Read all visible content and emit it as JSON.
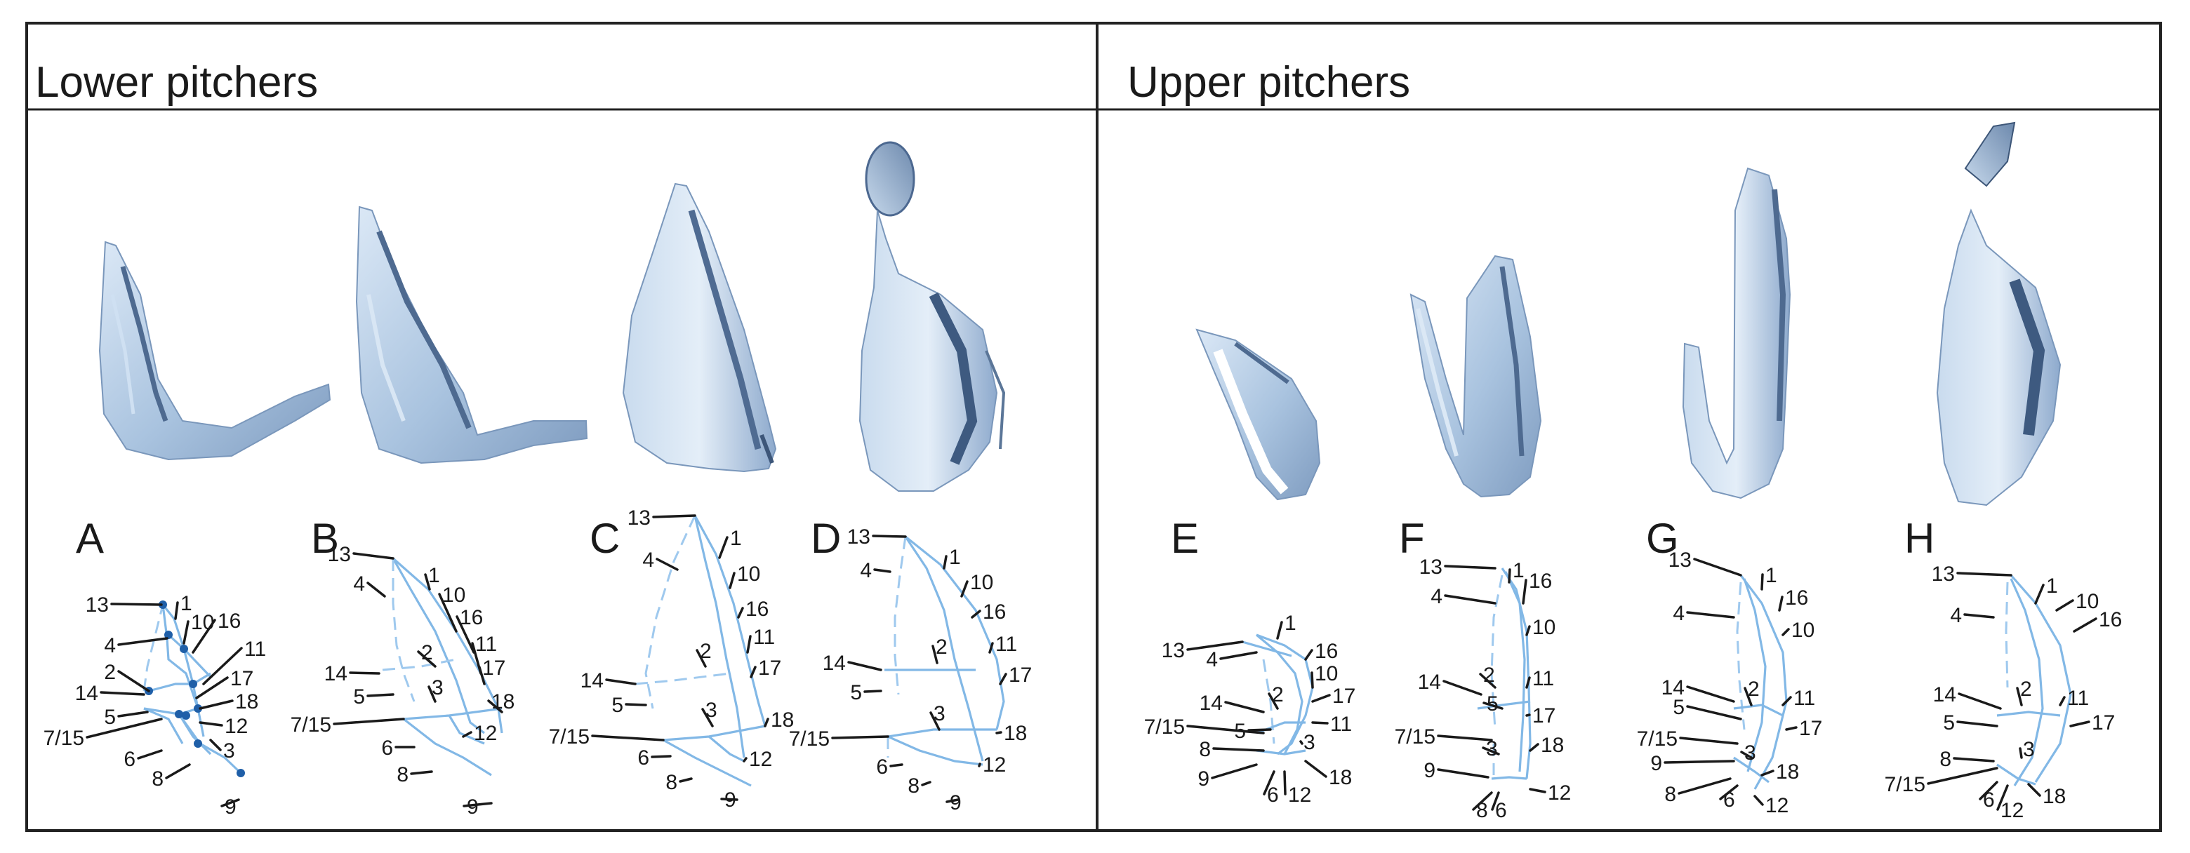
{
  "sections": {
    "lower": {
      "title": "Lower pitchers"
    },
    "upper": {
      "title": "Upper pitchers"
    }
  },
  "panels": [
    {
      "id": "A",
      "letter": "A",
      "landmarks": [
        "13",
        "1",
        "10",
        "4",
        "16",
        "11",
        "2",
        "17",
        "14",
        "18",
        "5",
        "12",
        "7/15",
        "6",
        "3",
        "8",
        "9"
      ]
    },
    {
      "id": "B",
      "letter": "B",
      "landmarks": [
        "13",
        "4",
        "1",
        "10",
        "16",
        "11",
        "2",
        "17",
        "14",
        "5",
        "3",
        "18",
        "7/15",
        "12",
        "6",
        "8",
        "9"
      ]
    },
    {
      "id": "C",
      "letter": "C",
      "landmarks": [
        "13",
        "1",
        "4",
        "10",
        "16",
        "11",
        "2",
        "17",
        "14",
        "5",
        "3",
        "18",
        "7/15",
        "6",
        "12",
        "8",
        "9"
      ]
    },
    {
      "id": "D",
      "letter": "D",
      "landmarks": [
        "13",
        "1",
        "4",
        "10",
        "16",
        "11",
        "2",
        "17",
        "14",
        "5",
        "3",
        "18",
        "7/15",
        "6",
        "12",
        "8",
        "9"
      ]
    },
    {
      "id": "E",
      "letter": "E",
      "landmarks": [
        "1",
        "13",
        "4",
        "16",
        "10",
        "14",
        "2",
        "17",
        "7/15",
        "5",
        "11",
        "8",
        "3",
        "9",
        "6",
        "12",
        "18"
      ]
    },
    {
      "id": "F",
      "letter": "F",
      "landmarks": [
        "13",
        "1",
        "16",
        "4",
        "10",
        "14",
        "2",
        "11",
        "5",
        "17",
        "7/15",
        "3",
        "18",
        "9",
        "8",
        "6",
        "12"
      ]
    },
    {
      "id": "G",
      "letter": "G",
      "landmarks": [
        "13",
        "1",
        "16",
        "4",
        "10",
        "14",
        "2",
        "11",
        "5",
        "17",
        "7/15",
        "3",
        "9",
        "18",
        "8",
        "6",
        "12"
      ]
    },
    {
      "id": "H",
      "letter": "H",
      "landmarks": [
        "13",
        "1",
        "10",
        "16",
        "4",
        "14",
        "2",
        "11",
        "5",
        "17",
        "8",
        "3",
        "7/15",
        "6",
        "12",
        "18"
      ]
    }
  ]
}
